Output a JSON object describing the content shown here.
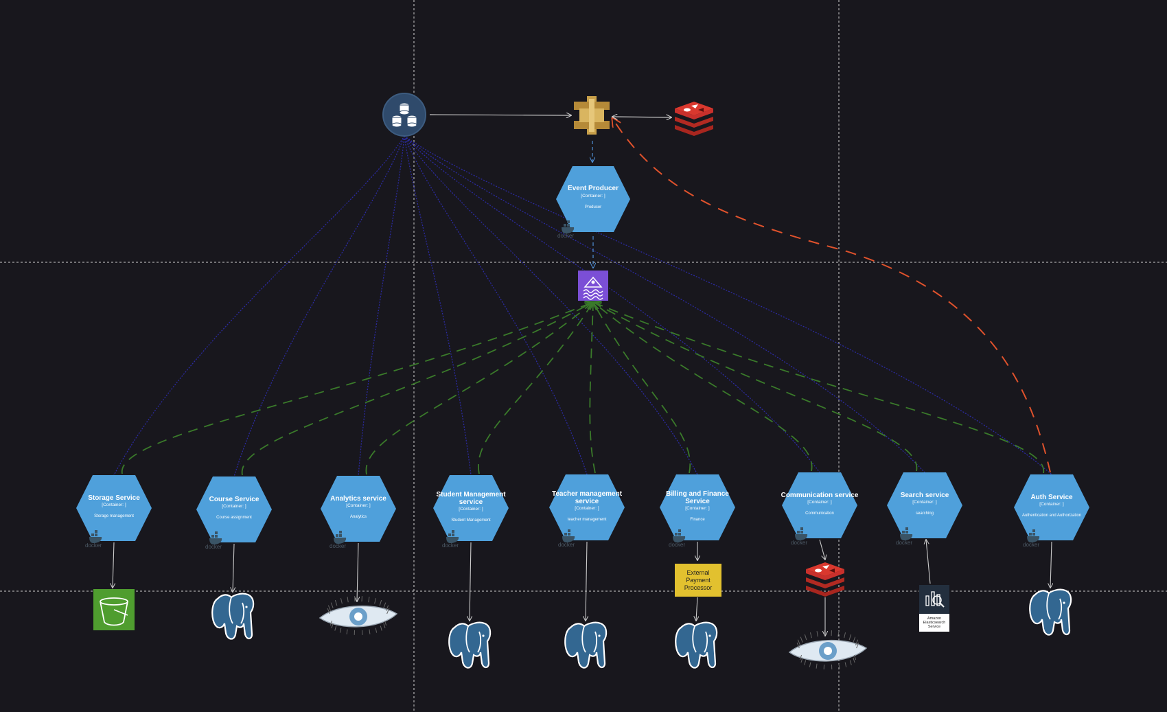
{
  "colors": {
    "background": "#18171d",
    "grid": "#cfcfcf",
    "container": "#4fa0db",
    "flow_solid": "#cccccc",
    "flow_db": "#2b2aa0",
    "flow_event": "#3a7a2a",
    "flow_cache": "#e0522c",
    "redis": "#c9302c",
    "kinesis": "#7b4fd6",
    "gateway": "#c8a04a",
    "s3": "#4f9d2f",
    "external": "#e2c12f"
  },
  "icons": {
    "load_balancer": "database-cluster-icon",
    "api_gateway": "api-gateway-icon",
    "redis": "redis-icon",
    "kinesis": "kinesis-stream-icon",
    "s3": "s3-bucket-icon",
    "postgres": "postgresql-elephant-icon",
    "cassandra": "cassandra-eye-icon",
    "docker": "docker-whale-icon"
  },
  "event_producer": {
    "title": "Event Producer",
    "type": "[Container: ]",
    "desc": "Producer",
    "docker": "docker"
  },
  "services": [
    {
      "title_lines": [
        "Storage Service"
      ],
      "type": "[Container: ]",
      "desc": "Storage management",
      "docker": "docker",
      "storage": "s3"
    },
    {
      "title_lines": [
        "Course Service"
      ],
      "type": "[Container: ]",
      "desc": "Course assignment",
      "docker": "docker",
      "storage": "postgres"
    },
    {
      "title_lines": [
        "Analytics service"
      ],
      "type": "[Container: ]",
      "desc": "Analytics",
      "docker": "docker",
      "storage": "cassandra"
    },
    {
      "title_lines": [
        "Student Management",
        "service"
      ],
      "type": "[Container: ]",
      "desc": "Student Management",
      "docker": "docker",
      "storage": "postgres"
    },
    {
      "title_lines": [
        "Teacher management",
        "service"
      ],
      "type": "[Container: ]",
      "desc": "teacher management",
      "docker": "docker",
      "storage": "postgres"
    },
    {
      "title_lines": [
        "Billing and Finance",
        "Service"
      ],
      "type": "[Container: ]",
      "desc": "Finance",
      "docker": "docker",
      "storage": "postgres"
    },
    {
      "title_lines": [
        "Communication service"
      ],
      "type": "[Container: ]",
      "desc": "Communication",
      "docker": "docker",
      "storage": "cassandra"
    },
    {
      "title_lines": [
        "Search service"
      ],
      "type": "[Container: ]",
      "desc": "searching",
      "docker": "docker",
      "storage": "elasticsearch"
    },
    {
      "title_lines": [
        "Auth Service"
      ],
      "type": "[Container: ]",
      "desc": "Authentication and Authorization",
      "docker": "docker",
      "storage": "postgres"
    }
  ],
  "external_payment": {
    "lines": [
      "External",
      "Payment",
      "Processor"
    ]
  },
  "elasticsearch_label": {
    "lines": [
      "Amazon",
      "Elasticsearch",
      "Service"
    ]
  }
}
